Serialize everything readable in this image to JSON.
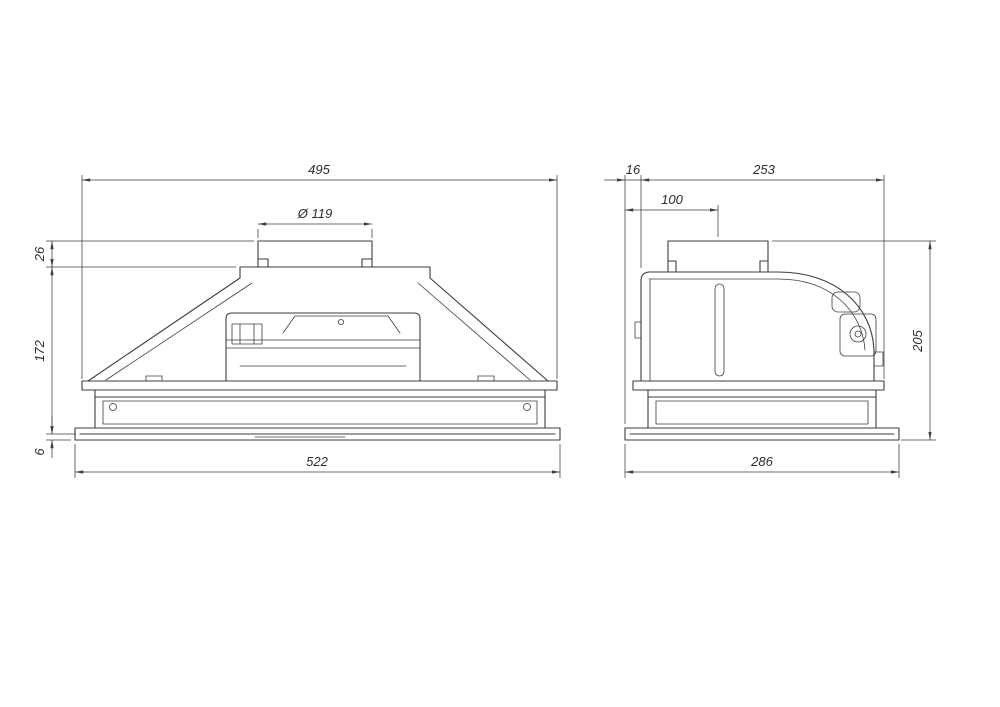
{
  "page": {
    "background": "#ffffff"
  },
  "drawing": {
    "colors": {
      "outline": "#3d3d3d",
      "dimension": "#3d3d3d"
    },
    "front": {
      "dims": {
        "body_width": "495",
        "duct_diameter": "Ø 119",
        "collar_height": "26",
        "body_height": "172",
        "panel_thickness": "6",
        "panel_width": "522"
      }
    },
    "side": {
      "dims": {
        "edge_offset": "16",
        "body_depth": "253",
        "duct_center_offset": "100",
        "total_height": "205",
        "panel_depth": "286"
      }
    }
  }
}
